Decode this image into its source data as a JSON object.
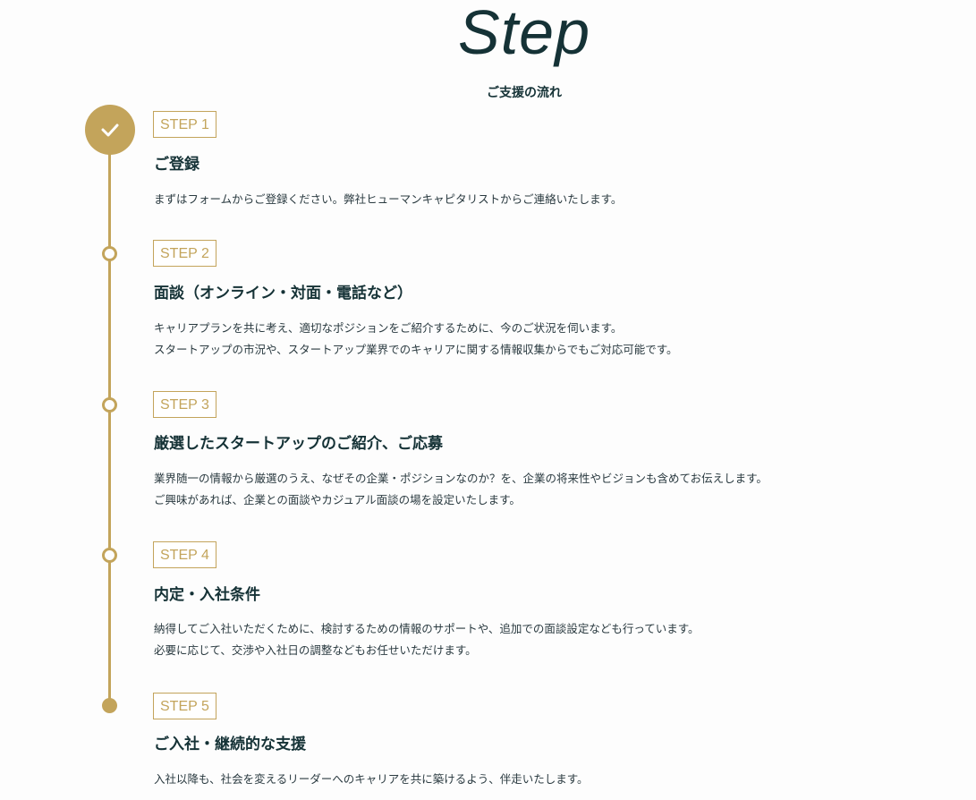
{
  "header": {
    "title": "Step",
    "subtitle": "ご支援の流れ"
  },
  "colors": {
    "accent": "#c3a45b",
    "heading": "#153236",
    "background": "#fdfdfd"
  },
  "steps": [
    {
      "badge": "STEP 1",
      "heading": "ご登録",
      "lines": [
        "まずはフォームからご登録ください。弊社ヒューマンキャピタリストからご連絡いたします。"
      ],
      "marker_icon": "check-icon"
    },
    {
      "badge": "STEP 2",
      "heading": "面談（オンライン・対面・電話など）",
      "lines": [
        "キャリアプランを共に考え、適切なポジションをご紹介するために、今のご状況を伺います。",
        "スタートアップの市況や、スタートアップ業界でのキャリアに関する情報収集からでもご対応可能です。"
      ]
    },
    {
      "badge": "STEP 3",
      "heading": "厳選したスタートアップのご紹介、ご応募",
      "lines": [
        "業界随一の情報から厳選のうえ、なぜその企業・ポジションなのか？を、企業の将来性やビジョンも含めてお伝えします。",
        "ご興味があれば、企業との面談やカジュアル面談の場を設定いたします。"
      ]
    },
    {
      "badge": "STEP 4",
      "heading": "内定・入社条件",
      "lines": [
        "納得してご入社いただくために、検討するための情報のサポートや、追加での面談設定なども行っています。",
        "必要に応じて、交渉や入社日の調整などもお任せいただけます。"
      ]
    },
    {
      "badge": "STEP 5",
      "heading": "ご入社・継続的な支援",
      "lines": [
        "入社以降も、社会を変えるリーダーへのキャリアを共に築けるよう、伴走いたします。"
      ]
    }
  ]
}
